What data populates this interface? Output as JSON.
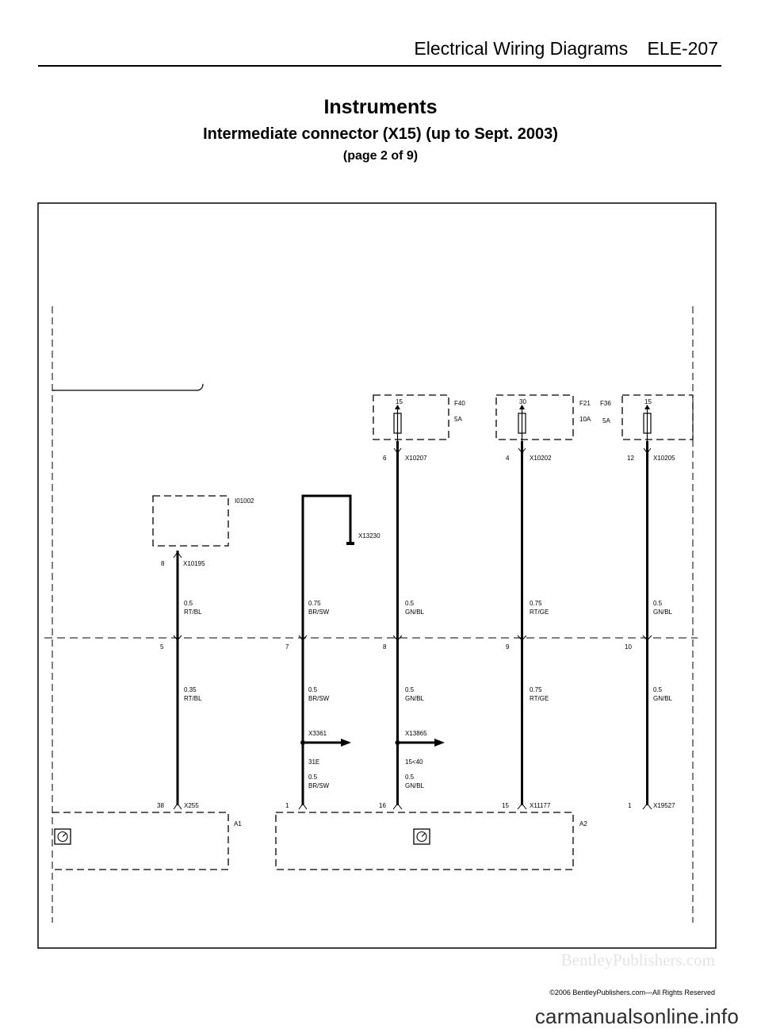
{
  "header": {
    "section": "Electrical Wiring Diagrams",
    "page_code": "ELE-207"
  },
  "title": "Instruments",
  "subtitle": "Intermediate connector (X15) (up to Sept. 2003)",
  "page_indicator": "(page 2 of 9)",
  "fuses": [
    {
      "terminal": "15",
      "name": "F40",
      "rating": "5A",
      "connector": "X10207",
      "pin": "6"
    },
    {
      "terminal": "30",
      "name": "F21",
      "rating": "10A",
      "connector": "X10202",
      "pin": "4"
    },
    {
      "terminal": "15",
      "name": "F36",
      "rating": "5A",
      "connector": "X10205",
      "pin": "12"
    }
  ],
  "components": {
    "i01002": "I01002",
    "x10195": {
      "name": "X10195",
      "pin": "8"
    },
    "x13230": "X13230",
    "x255": {
      "name": "X255",
      "pin": "38"
    },
    "a1": "A1",
    "a2": "A2",
    "x11177": {
      "name": "X11177",
      "pin": "15"
    },
    "x19527": {
      "name": "X19527",
      "pin": "1"
    },
    "a2_pin_1": "1",
    "a2_pin_16": "16"
  },
  "wires_upper": [
    {
      "size": "0.5",
      "color": "RT/BL"
    },
    {
      "size": "0.75",
      "color": "BR/SW"
    },
    {
      "size": "0.5",
      "color": "GN/BL"
    },
    {
      "size": "0.75",
      "color": "RT/GE"
    },
    {
      "size": "0.5",
      "color": "GN/BL"
    }
  ],
  "x15_pins": [
    "5",
    "7",
    "8",
    "9",
    "10"
  ],
  "wires_lower": [
    {
      "size": "0.35",
      "color": "RT/BL"
    },
    {
      "size": "0.5",
      "color": "BR/SW"
    },
    {
      "size": "0.5",
      "color": "GN/BL"
    },
    {
      "size": "0.75",
      "color": "RT/GE"
    },
    {
      "size": "0.5",
      "color": "GN/BL"
    }
  ],
  "ground_splices": [
    {
      "name": "X3361",
      "signal": "31E",
      "size": "0.5",
      "color": "BR/SW"
    },
    {
      "name": "X13865",
      "signal": "15<40",
      "size": "0.5",
      "color": "GN/BL"
    }
  ],
  "footer": {
    "copyright": "©2006 BentleyPublishers.com—All Rights Reserved",
    "watermark": "carmanualsonline.info",
    "ghost": "BentleyPublishers.com"
  }
}
